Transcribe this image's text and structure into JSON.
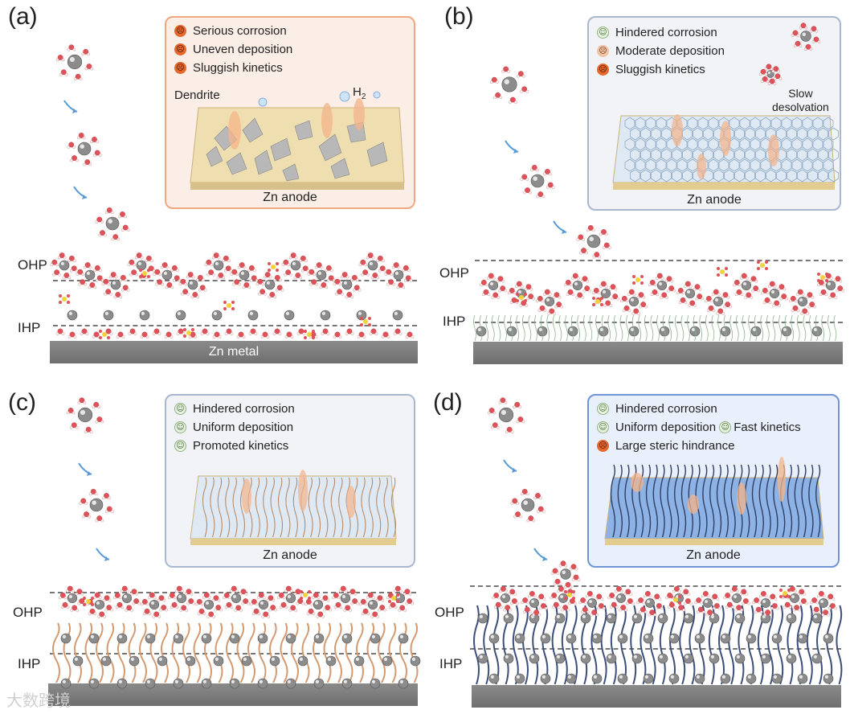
{
  "panels": {
    "a": {
      "label": "(a)",
      "legend": [
        "Serious corrosion",
        "Uneven deposition",
        "Sluggish kinetics"
      ],
      "dendrite": "Dendrite",
      "h2": "H",
      "h2_sub": "2",
      "anode": "Zn anode",
      "ohp": "OHP",
      "ihp": "IHP",
      "metal": "Zn metal"
    },
    "b": {
      "label": "(b)",
      "legend": [
        "Hindered corrosion",
        "Moderate deposition",
        "Sluggish kinetics"
      ],
      "slow1": "Slow",
      "slow2": "desolvation",
      "anode": "Zn anode",
      "ohp": "OHP",
      "ihp": "IHP"
    },
    "c": {
      "label": "(c)",
      "legend": [
        "Hindered corrosion",
        "Uniform deposition",
        "Promoted kinetics"
      ],
      "anode": "Zn anode",
      "ohp": "OHP",
      "ihp": "IHP"
    },
    "d": {
      "label": "(d)",
      "legend1": "Hindered corrosion",
      "legend2a": "Uniform deposition",
      "legend2b": "Fast kinetics",
      "legend3": "Large  steric hindrance",
      "anode": "Zn anode",
      "ohp": "OHP",
      "ihp": "IHP"
    }
  },
  "watermark": "大数跨境",
  "colors": {
    "sad": "#e7662c",
    "happy": "#e9f3e4",
    "water": "#e0525a",
    "sulfate": "#f2d23a",
    "zn": "#8c8c8c",
    "substrate": "#e9d49a"
  }
}
